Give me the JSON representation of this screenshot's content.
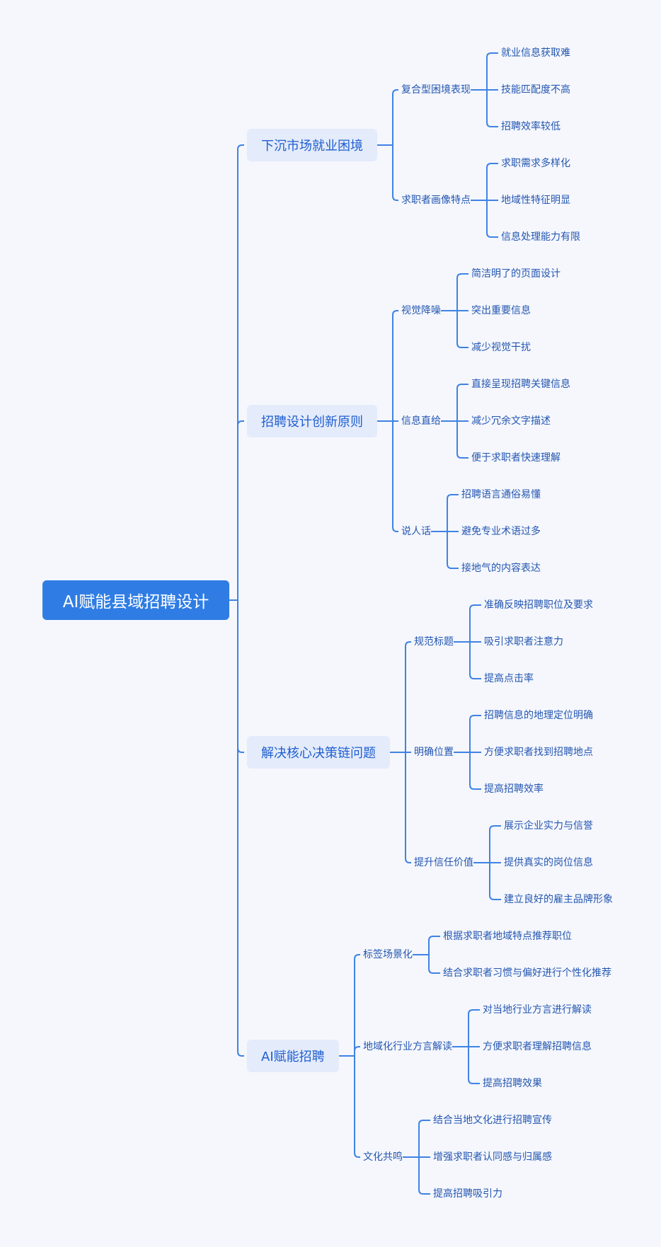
{
  "root": "AI赋能县域招聘设计",
  "branches": [
    {
      "label": "下沉市场就业困境",
      "children": [
        {
          "label": "复合型困境表现",
          "children": [
            "就业信息获取难",
            "技能匹配度不高",
            "招聘效率较低"
          ]
        },
        {
          "label": "求职者画像特点",
          "children": [
            "求职需求多样化",
            "地域性特征明显",
            "信息处理能力有限"
          ]
        }
      ]
    },
    {
      "label": "招聘设计创新原则",
      "children": [
        {
          "label": "视觉降噪",
          "children": [
            "简洁明了的页面设计",
            "突出重要信息",
            "减少视觉干扰"
          ]
        },
        {
          "label": "信息直给",
          "children": [
            "直接呈现招聘关键信息",
            "减少冗余文字描述",
            "便于求职者快速理解"
          ]
        },
        {
          "label": "说人话",
          "children": [
            "招聘语言通俗易懂",
            "避免专业术语过多",
            "接地气的内容表达"
          ]
        }
      ]
    },
    {
      "label": "解决核心决策链问题",
      "children": [
        {
          "label": "规范标题",
          "children": [
            "准确反映招聘职位及要求",
            "吸引求职者注意力",
            "提高点击率"
          ]
        },
        {
          "label": "明确位置",
          "children": [
            "招聘信息的地理定位明确",
            "方便求职者找到招聘地点",
            "提高招聘效率"
          ]
        },
        {
          "label": "提升信任价值",
          "children": [
            "展示企业实力与信誉",
            "提供真实的岗位信息",
            "建立良好的雇主品牌形象"
          ]
        }
      ]
    },
    {
      "label": "AI赋能招聘",
      "children": [
        {
          "label": "标签场景化",
          "children": [
            "根据求职者地域特点推荐职位",
            "结合求职者习惯与偏好进行个性化推荐"
          ]
        },
        {
          "label": "地域化行业方言解读",
          "children": [
            "对当地行业方言进行解读",
            "方便求职者理解招聘信息",
            "提高招聘效果"
          ]
        },
        {
          "label": "文化共鸣",
          "children": [
            "结合当地文化进行招聘宣传",
            "增强求职者认同感与归属感",
            "提高招聘吸引力"
          ]
        }
      ]
    }
  ],
  "colors": {
    "line": "#3f83e3",
    "root_fill": "#2f7de4",
    "branch_fill": "#e4ebfb",
    "text": "#2456b0",
    "background": "#f5f7fd"
  }
}
